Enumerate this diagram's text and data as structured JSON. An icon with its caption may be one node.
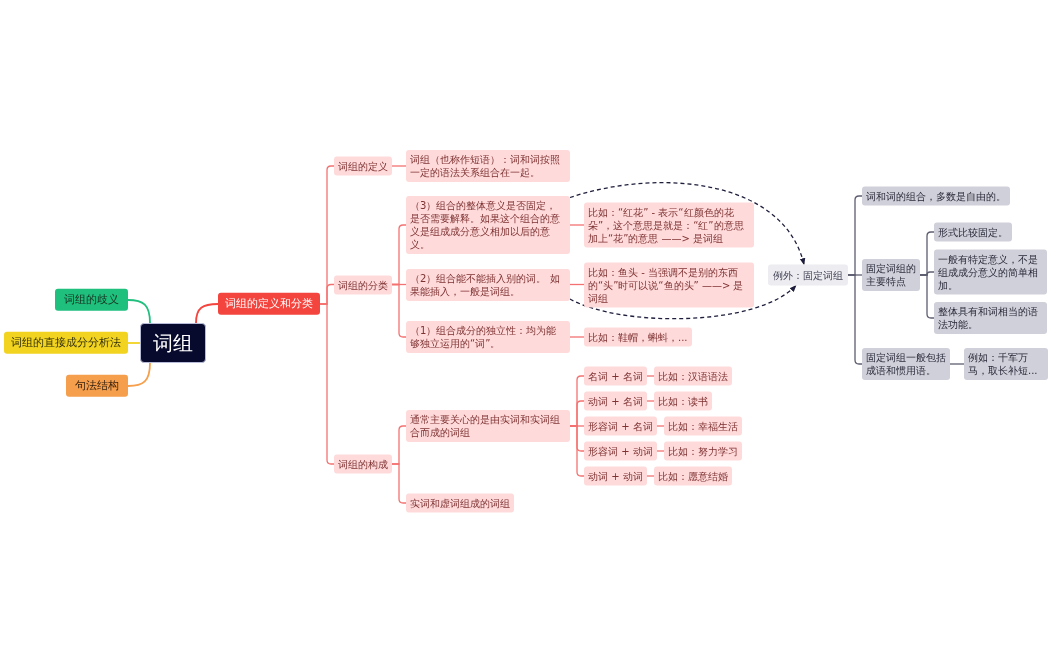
{
  "diagram": {
    "nodes": [
      {
        "text": [
          "词组"
        ]
      },
      {
        "text": [
          "词组的歧义"
        ]
      },
      {
        "text": [
          "词组的直接成分分析法"
        ]
      },
      {
        "text": [
          "句法结构"
        ]
      },
      {
        "text": [
          "词组的定义和分类"
        ]
      },
      {
        "text": [
          "词组的定义"
        ]
      },
      {
        "text": [
          "词组（也称作短语）：词和词按照一定的语法关系组合在一起。"
        ]
      },
      {
        "text": [
          "词组的分类"
        ]
      },
      {
        "text": [
          "（3）组合的整体意义是否固定，是否需要解释。如果这个组合的意义是组成成分意义相加以后的意义。"
        ]
      },
      {
        "text": [
          "比如：“红花” - 表示“红颜色的花朵”，这个意思是就是：“红”的意思加上“花”的意思 ——> 是词组"
        ]
      },
      {
        "text": [
          "（2）组合能不能插入别的词。 如果能插入，一般是词组。"
        ]
      },
      {
        "text": [
          "比如：鱼头 - 当强调不是别的东西的“头”时可以说“鱼的头” ——> 是词组"
        ]
      },
      {
        "text": [
          "（1）组合成分的独立性：均为能够独立运用的“词”。"
        ]
      },
      {
        "text": [
          "比如：鞋帽，蝌蚪，..."
        ]
      },
      {
        "text": [
          "词组的构成"
        ]
      },
      {
        "text": [
          "通常主要关心的是由实词和实词组合而成的词组"
        ]
      },
      {
        "text": [
          "名词 + 名词"
        ]
      },
      {
        "text": [
          "比如：汉语语法"
        ]
      },
      {
        "text": [
          "动词 + 名词"
        ]
      },
      {
        "text": [
          "比如：读书"
        ]
      },
      {
        "text": [
          "形容词 + 名词"
        ]
      },
      {
        "text": [
          "比如：幸福生活"
        ]
      },
      {
        "text": [
          "形容词 + 动词"
        ]
      },
      {
        "text": [
          "比如：努力学习"
        ]
      },
      {
        "text": [
          "动词 + 动词"
        ]
      },
      {
        "text": [
          "比如：愿意结婚"
        ]
      },
      {
        "text": [
          "实词和虚词组成的词组"
        ]
      },
      {
        "text": [
          "例外：固定词组"
        ]
      },
      {
        "text": [
          "词和词的组合，多数是自由的。"
        ]
      },
      {
        "text": [
          "固定词组的主要特点"
        ]
      },
      {
        "text": [
          "形式比较固定。"
        ]
      },
      {
        "text": [
          "一般有特定意义，不是组成成分意义的简单相加。"
        ]
      },
      {
        "text": [
          "整体具有和词相当的语法功能。"
        ]
      },
      {
        "text": [
          "固定词组一般包括成语和惯用语。"
        ]
      },
      {
        "text": [
          "例如：千军万马，取长补短..."
        ]
      }
    ],
    "edges": [
      {
        "from": 0,
        "to": 1,
        "arrow": "none",
        "color": "#20bf7e"
      },
      {
        "from": 0,
        "to": 2,
        "arrow": "none",
        "color": "#f1d320"
      },
      {
        "from": 0,
        "to": 3,
        "arrow": "none",
        "color": "#f59f4c"
      },
      {
        "from": 0,
        "to": 4,
        "arrow": "none",
        "color": "#f4443e"
      },
      {
        "from": 4,
        "to": 5,
        "arrow": "none"
      },
      {
        "from": 5,
        "to": 6,
        "arrow": "none"
      },
      {
        "from": 4,
        "to": 7,
        "arrow": "none"
      },
      {
        "from": 7,
        "to": 8,
        "arrow": "none"
      },
      {
        "from": 8,
        "to": 9,
        "arrow": "none"
      },
      {
        "from": 7,
        "to": 10,
        "arrow": "none"
      },
      {
        "from": 10,
        "to": 11,
        "arrow": "none"
      },
      {
        "from": 7,
        "to": 12,
        "arrow": "none"
      },
      {
        "from": 12,
        "to": 13,
        "arrow": "none"
      },
      {
        "from": 4,
        "to": 14,
        "arrow": "none"
      },
      {
        "from": 14,
        "to": 15,
        "arrow": "none"
      },
      {
        "from": 15,
        "to": 16,
        "arrow": "none"
      },
      {
        "from": 16,
        "to": 17,
        "arrow": "none"
      },
      {
        "from": 15,
        "to": 18,
        "arrow": "none"
      },
      {
        "from": 18,
        "to": 19,
        "arrow": "none"
      },
      {
        "from": 15,
        "to": 20,
        "arrow": "none"
      },
      {
        "from": 20,
        "to": 21,
        "arrow": "none"
      },
      {
        "from": 15,
        "to": 22,
        "arrow": "none"
      },
      {
        "from": 22,
        "to": 23,
        "arrow": "none"
      },
      {
        "from": 15,
        "to": 24,
        "arrow": "none"
      },
      {
        "from": 24,
        "to": 25,
        "arrow": "none"
      },
      {
        "from": 14,
        "to": 26,
        "arrow": "none"
      },
      {
        "from": 8,
        "to": 27,
        "arrow": "to",
        "style": "dashed",
        "color": "#1e1e3c"
      },
      {
        "from": 10,
        "to": 27,
        "arrow": "to",
        "style": "dashed",
        "color": "#1e1e3c"
      },
      {
        "from": 27,
        "to": 28,
        "arrow": "none",
        "color": "#5d5d70"
      },
      {
        "from": 27,
        "to": 29,
        "arrow": "none",
        "color": "#5d5d70"
      },
      {
        "from": 29,
        "to": 30,
        "arrow": "none",
        "color": "#5d5d70"
      },
      {
        "from": 29,
        "to": 31,
        "arrow": "none",
        "color": "#5d5d70"
      },
      {
        "from": 29,
        "to": 32,
        "arrow": "none",
        "color": "#5d5d70"
      },
      {
        "from": 27,
        "to": 33,
        "arrow": "none",
        "color": "#5d5d70"
      },
      {
        "from": 33,
        "to": 34,
        "arrow": "none",
        "color": "#5d5d70"
      }
    ]
  }
}
